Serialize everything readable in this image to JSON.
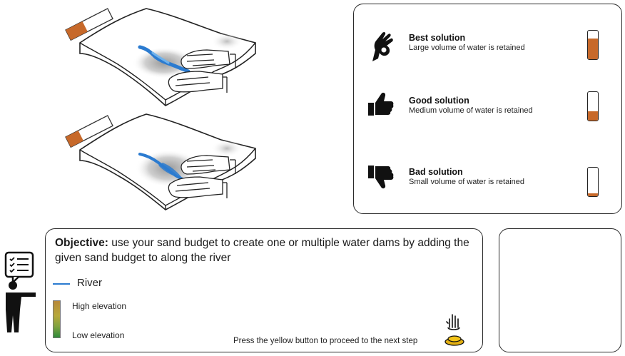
{
  "solutions": [
    {
      "title": "Best solution",
      "description": "Large volume of water is retained",
      "icon": "ok-hand-icon",
      "fill": 0.72
    },
    {
      "title": "Good solution",
      "description": "Medium volume of water is retained",
      "icon": "thumbs-up-icon",
      "fill": 0.32
    },
    {
      "title": "Bad solution",
      "description": "Small volume of water is retained",
      "icon": "thumbs-down-icon",
      "fill": 0.1
    }
  ],
  "objective": {
    "label": "Objective:",
    "text": " use your sand budget to create one or multiple water dams by adding the given sand budget to along the river"
  },
  "legend": {
    "river": "River",
    "high_elevation": "High elevation",
    "low_elevation": "Low elevation"
  },
  "instruction": "Press the yellow button to proceed to the next step",
  "sand_budget_fill": [
    0.4,
    0.3
  ],
  "colors": {
    "sand": "#c7692a",
    "river": "#2b7bd0",
    "high_elevation": "#b7883a",
    "low_elevation": "#2f8a3a",
    "button": "#f2c318"
  }
}
